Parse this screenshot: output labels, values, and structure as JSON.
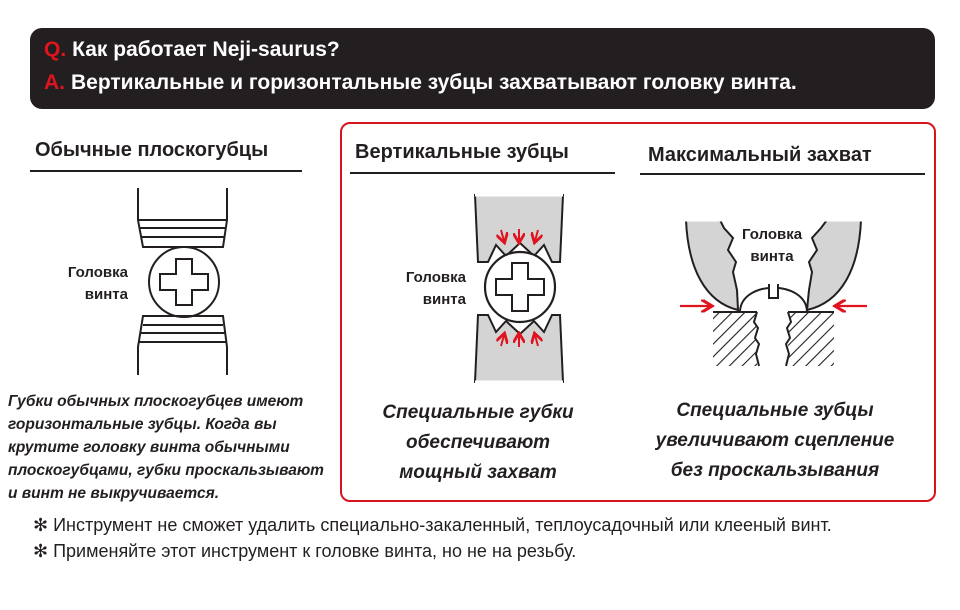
{
  "header": {
    "q_marker": "Q.",
    "question": "Как работает Neji-saurus?",
    "a_marker": "A.",
    "answer": "Вертикальные и горизонтальные зубцы захватывают головку винта."
  },
  "panels": [
    {
      "title": "Обычные плоскогубцы",
      "label_line1": "Головка",
      "label_line2": "винта",
      "caption_lines": [
        "Губки обычных плоскогубцев имеют",
        "горизонтальные зубцы. Когда вы",
        "крутите головку винта обычными",
        "плоскогубцами, губки проскальзывают",
        "и винт не выкручивается."
      ]
    },
    {
      "title": "Вертикальные зубцы",
      "label_line1": "Головка",
      "label_line2": "винта",
      "caption_lines": [
        "Специальные губки",
        "обеспечивают",
        "мощный захват"
      ]
    },
    {
      "title": "Максимальный захват",
      "label_line1": "Головка",
      "label_line2": "винта",
      "caption_lines": [
        "Специальные зубцы",
        "увеличивают сцепление",
        "без проскальзывания"
      ]
    }
  ],
  "notes": [
    {
      "marker": "✻",
      "text": "Инструмент не сможет удалить специально-закаленный, теплоусадочный или клееный винт."
    },
    {
      "marker": "✻",
      "text": "Применяйте этот инструмент к головке винта, но не на резьбу."
    }
  ],
  "colors": {
    "accent": "#e0141e",
    "dark": "#231f20",
    "jaw_gray": "#d4d4d4"
  }
}
